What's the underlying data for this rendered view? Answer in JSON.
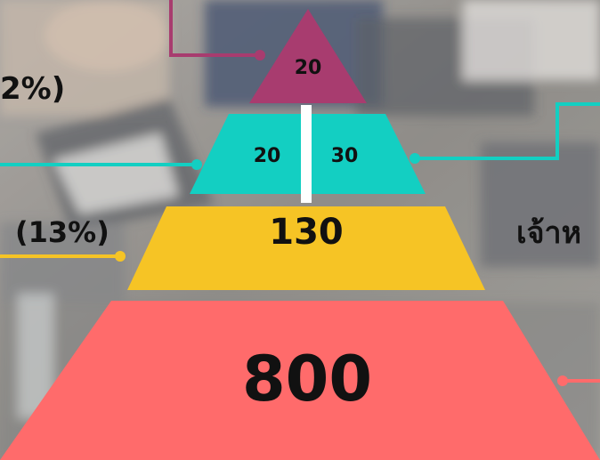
{
  "colors": {
    "tier_top": "#a83c6f",
    "tier_second": "#13cfc2",
    "tier_third": "#f6c425",
    "tier_base": "#ff6b6b",
    "divider": "#ffffff"
  },
  "pyramid": {
    "top": {
      "value": "20"
    },
    "second": {
      "left_value": "20",
      "right_value": "30"
    },
    "third": {
      "value": "130"
    },
    "base": {
      "value": "800"
    }
  },
  "side_labels": {
    "left_upper": "2%)",
    "left_lower": "(13%)",
    "right_middle": "เจ้าห"
  }
}
